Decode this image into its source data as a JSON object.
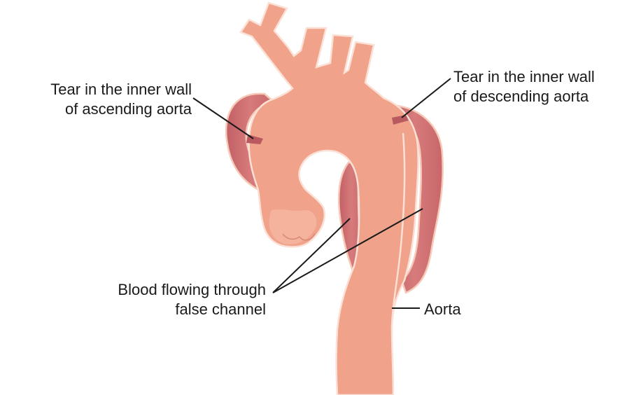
{
  "labels": {
    "tear_ascending": [
      "Tear in the inner wall",
      "of ascending aorta"
    ],
    "tear_descending": [
      "Tear in the inner wall",
      "of descending aorta"
    ],
    "blood_false_channel": [
      "Blood flowing through",
      "false channel"
    ],
    "aorta": "Aorta"
  },
  "colors": {
    "vessel": "#f0a38a",
    "vessel_highlight": "#f6b7a3",
    "vessel_edge": "#d88874",
    "false_channel": "#cf6f72",
    "false_channel_dark": "#b85a60",
    "leader_line": "#1a1a1a"
  }
}
